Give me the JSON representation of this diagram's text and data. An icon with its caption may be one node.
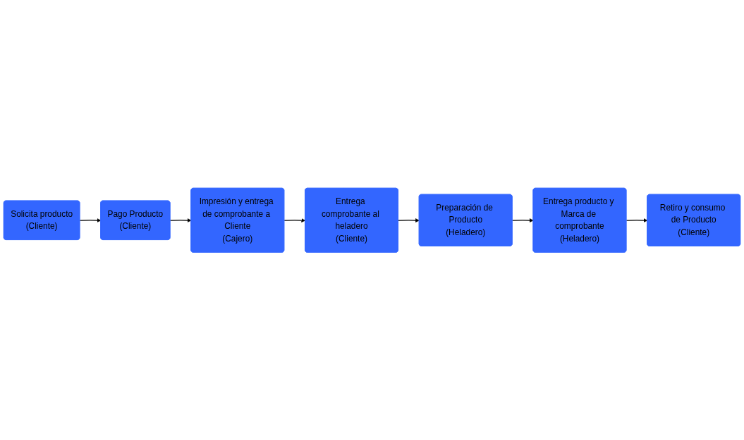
{
  "diagram": {
    "nodes": [
      {
        "text": [
          "Solicita producto",
          "(Cliente)"
        ]
      },
      {
        "text": [
          "Pago Producto",
          "(Cliente)"
        ]
      },
      {
        "text": [
          "Impresión y entrega de comprobante a Cliente",
          "(Cajero)"
        ]
      },
      {
        "text": [
          "Entrega comprobante al heladero",
          "(Cliente)"
        ]
      },
      {
        "text": [
          "Preparación de Producto",
          "(Heladero)"
        ]
      },
      {
        "text": [
          "Entrega producto y Marca de comprobante",
          "(Heladero)"
        ]
      },
      {
        "text": [
          "Retiro y consumo de Producto",
          "(Cliente)"
        ]
      }
    ],
    "edges": [
      {
        "from": 0,
        "to": 1,
        "arrow": "to"
      },
      {
        "from": 1,
        "to": 2,
        "arrow": "to"
      },
      {
        "from": 2,
        "to": 3,
        "arrow": "to"
      },
      {
        "from": 3,
        "to": 4,
        "arrow": "to"
      },
      {
        "from": 4,
        "to": 5,
        "arrow": "to"
      },
      {
        "from": 5,
        "to": 6,
        "arrow": "to"
      }
    ]
  }
}
